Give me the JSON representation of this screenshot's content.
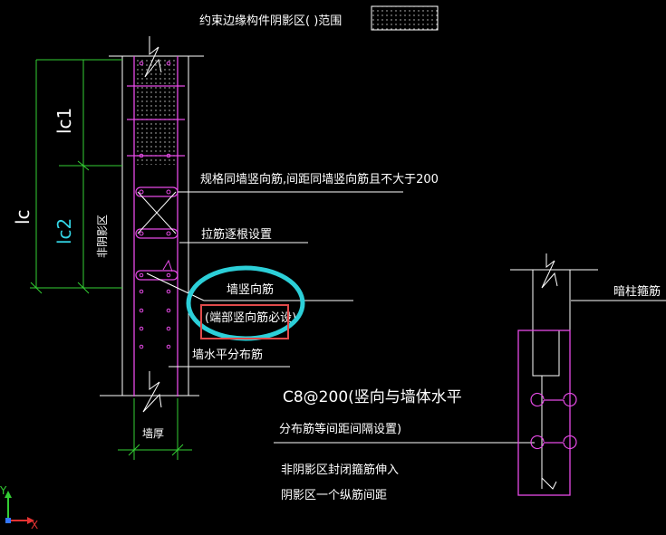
{
  "colors": {
    "background": "#000000",
    "wall_outline": "#ffffff",
    "rebar": "#e64ae6",
    "dimension": "#33d033",
    "cyan_label": "#33d6e6",
    "highlight_ellipse": "#2ccfd8",
    "highlight_box": "#e04a4a",
    "axis_x": "#e63333",
    "axis_y": "#33cc33",
    "axis_origin": "#3377ff"
  },
  "labels": {
    "legend_title": "约束边缘构件阴影区(          )范围",
    "tie_note": "规格同墙竖向筋,间距同墙竖向筋且不大于200",
    "tie_setting": "拉筋逐根设置",
    "vertical_bar": "墙竖向筋",
    "end_vertical_bar": "(端部竖向筋必设)",
    "horizontal_bar": "墙水平分布筋",
    "spec_line1": "C8@200(竖向与墙体水平",
    "spec_line2": "分布筋等间距间隔设置)",
    "anchor_line1": "非阴影区封闭箍筋伸入",
    "anchor_line2": "阴影区一个纵筋间距",
    "non_shadow": "非阴影区",
    "wall_thickness": "墙厚",
    "stirrup": "暗柱箍筋",
    "dim_lc": "lc",
    "dim_lc1": "lc1",
    "dim_lc2": "lc2",
    "axis_x": "X",
    "axis_y": "Y"
  },
  "icons": {
    "ucs": "ucs-axis-icon",
    "break_symbol": "break-line-icon"
  }
}
